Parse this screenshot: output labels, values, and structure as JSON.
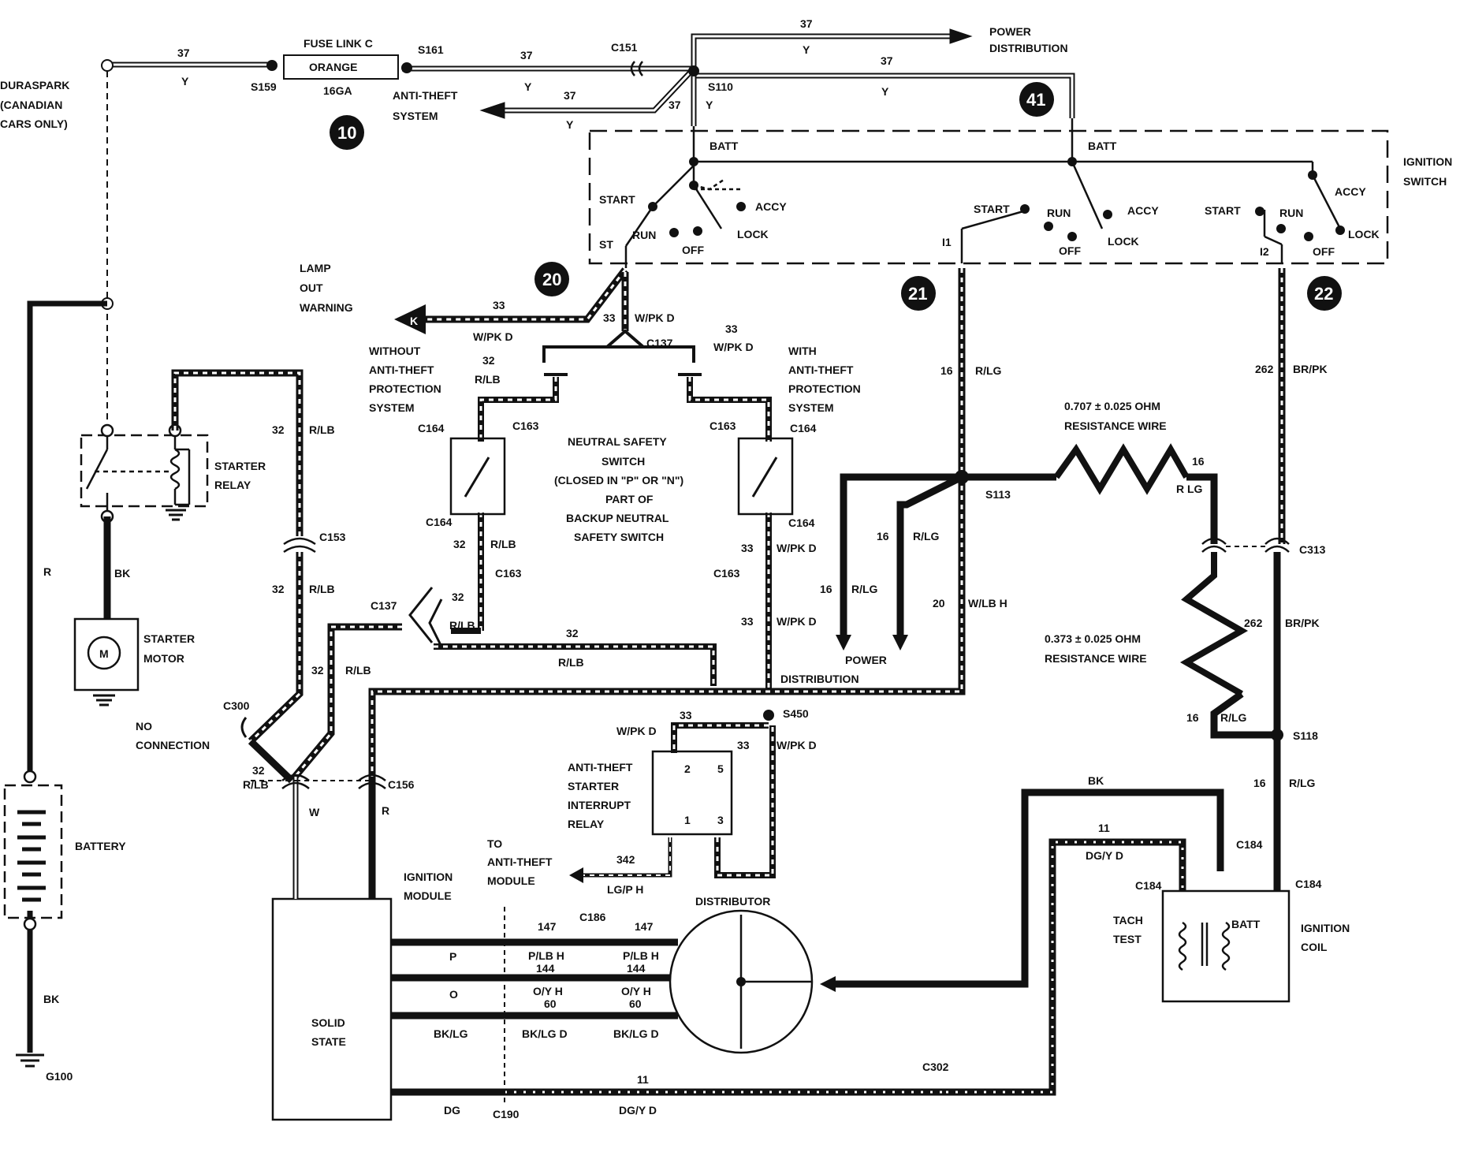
{
  "labels": {
    "duraspark": [
      "DURASPARK",
      "(CANADIAN",
      "CARS ONLY)"
    ],
    "fuse_link": "FUSE LINK C",
    "fuse_color": "ORANGE",
    "fuse_gauge": "16GA",
    "power_distribution_top": [
      "POWER",
      "DISTRIBUTION"
    ],
    "anti_theft_system": [
      "ANTI-THEFT",
      "SYSTEM"
    ],
    "ignition_switch": [
      "IGNITION",
      "SWITCH"
    ],
    "lamp_out_warning": [
      "LAMP",
      "OUT",
      "WARNING"
    ],
    "without_anti_theft": [
      "WITHOUT",
      "ANTI-THEFT",
      "PROTECTION",
      "SYSTEM"
    ],
    "with_anti_theft": [
      "WITH",
      "ANTI-THEFT",
      "PROTECTION",
      "SYSTEM"
    ],
    "neutral_safety_switch": [
      "NEUTRAL SAFETY",
      "SWITCH",
      "(CLOSED IN \"P\" OR \"N\")",
      "PART OF",
      "BACKUP NEUTRAL",
      "SAFETY SWITCH"
    ],
    "starter_relay": [
      "STARTER",
      "RELAY"
    ],
    "starter_motor": [
      "STARTER",
      "MOTOR"
    ],
    "battery": "BATTERY",
    "no_connection": [
      "NO",
      "CONNECTION"
    ],
    "power_distribution_mid": [
      "POWER",
      "DISTRIBUTION"
    ],
    "resistance_wire_1": [
      "0.707 ± 0.025 OHM",
      "RESISTANCE WIRE"
    ],
    "resistance_wire_2": [
      "0.373 ± 0.025 OHM",
      "RESISTANCE WIRE"
    ],
    "anti_theft_relay": [
      "ANTI-THEFT",
      "STARTER",
      "INTERRUPT",
      "RELAY"
    ],
    "to_anti_theft_module": [
      "TO",
      "ANTI-THEFT",
      "MODULE"
    ],
    "ignition_module": [
      "IGNITION",
      "MODULE"
    ],
    "solid_state": [
      "SOLID",
      "STATE"
    ],
    "distributor": "DISTRIBUTOR",
    "tach_test": [
      "TACH",
      "TEST"
    ],
    "ignition_coil": [
      "IGNITION",
      "COIL"
    ],
    "batt": "BATT",
    "start": "START",
    "run": "RUN",
    "accy": "ACCY",
    "off": "OFF",
    "lock": "LOCK",
    "st": "ST",
    "i1": "I1",
    "i2": "I2",
    "motor_m": "M"
  },
  "connectors": {
    "s159": "S159",
    "s161": "S161",
    "c151": "C151",
    "s110": "S110",
    "c137": "C137",
    "c163": "C163",
    "c164": "C164",
    "c153": "C153",
    "c300": "C300",
    "c156": "C156",
    "s113": "S113",
    "c313": "C313",
    "s118": "S118",
    "s450": "S450",
    "c184": "C184",
    "c186": "C186",
    "c190": "C190",
    "c302": "C302",
    "g100": "G100"
  },
  "wires": {
    "w37": "37",
    "y": "Y",
    "w33": "33",
    "wpk_d": "W/PK D",
    "w32": "32",
    "rlb": "R/LB",
    "w16": "16",
    "rlg": "R/LG",
    "w20": "20",
    "wlb_h": "W/LB H",
    "w262": "262",
    "brpk": "BR/PK",
    "r_lg_space": "R LG",
    "r": "R",
    "bk": "BK",
    "w": "W",
    "w342": "342",
    "lgph": "LG/P H",
    "w11": "11",
    "dgyd": "DG/Y D",
    "w147": "147",
    "plbh": "P/LB H",
    "w144": "144",
    "oyh": "O/Y H",
    "w60": "60",
    "bklgd": "BK/LG D",
    "p": "P",
    "o": "O",
    "bklg": "BK/LG",
    "dg": "DG",
    "pin1": "1",
    "pin2": "2",
    "pin3": "3",
    "pin5": "5"
  },
  "circuit_numbers": {
    "n10": "10",
    "n20": "20",
    "n21": "21",
    "n22": "22",
    "n41": "41"
  },
  "lamp_k": "K"
}
